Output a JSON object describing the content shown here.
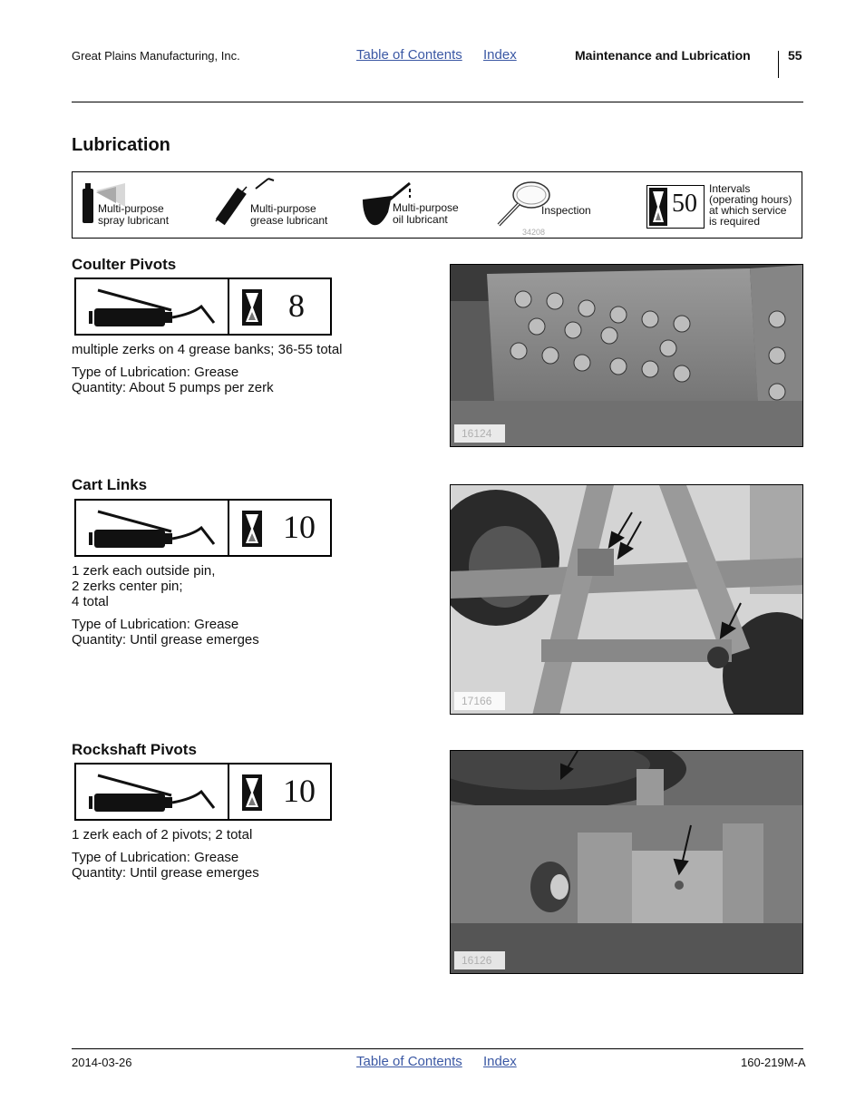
{
  "header": {
    "company": "Great Plains Manufacturing, Inc.",
    "toc_link": "Table of Contents",
    "index_link": "Index",
    "section": "Maintenance and Lubrication",
    "page_number": "55"
  },
  "title": "Lubrication",
  "legend": {
    "spray": [
      "Multi-purpose",
      "spray lubricant"
    ],
    "grease": [
      "Multi-purpose",
      "grease lubricant"
    ],
    "oil": [
      "Multi-purpose",
      "oil lubricant"
    ],
    "inspection": "Inspection",
    "figure_number": "34208",
    "interval_value": "50",
    "interval": [
      "Intervals",
      "(operating hours)",
      "at which service",
      "is required"
    ]
  },
  "sections": [
    {
      "title": "Coulter Pivots",
      "interval": "8",
      "notes": [
        "multiple zerks on 4 grease banks; 36-55 total"
      ],
      "type": "Type of Lubrication: Grease",
      "quantity": "Quantity: About 5 pumps per zerk",
      "figure_number": "16124"
    },
    {
      "title": "Cart Links",
      "interval": "10",
      "notes": [
        "1 zerk each outside pin,",
        "2 zerks center pin;",
        "4 total"
      ],
      "type": "Type of Lubrication: Grease",
      "quantity": "Quantity: Until grease emerges",
      "figure_number": "17166"
    },
    {
      "title": "Rockshaft Pivots",
      "interval": "10",
      "notes": [
        "1 zerk each of 2 pivots; 2 total"
      ],
      "type": "Type of Lubrication: Grease",
      "quantity": "Quantity: Until grease emerges",
      "figure_number": "16126"
    }
  ],
  "footer": {
    "date": "2014-03-26",
    "toc_link": "Table of Contents",
    "index_link": "Index",
    "doc_number": "160-219M-A"
  }
}
